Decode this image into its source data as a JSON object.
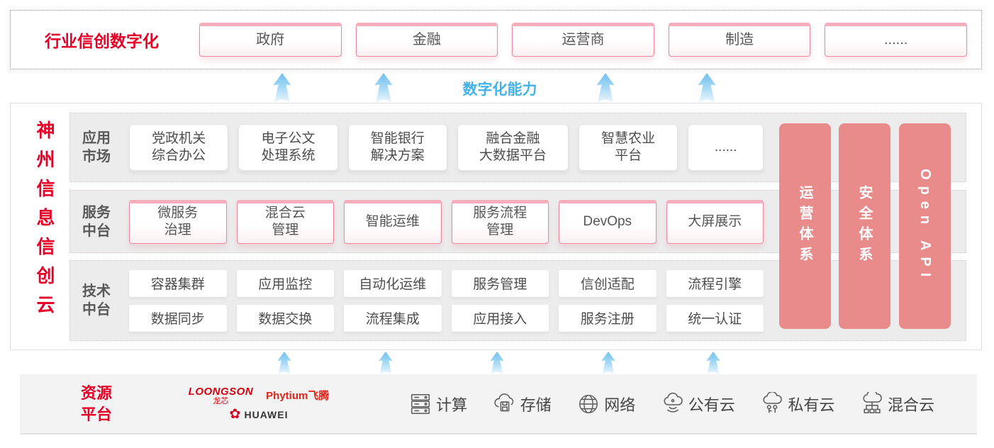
{
  "colors": {
    "accent_red": "#e60027",
    "pink_cap": "#f6aebc",
    "pink_border": "#ef8599",
    "salmon_bar": "#e98b8b",
    "blue_capability": "#42b2e8",
    "panel_gray": "#ececec",
    "label_gray": "#595959"
  },
  "top_banner": {
    "label": "行业信创数字化",
    "items": [
      "政府",
      "金融",
      "运营商",
      "制造",
      "......"
    ]
  },
  "capability_label": "数字化能力",
  "platform": {
    "title": "神州信息信创云",
    "rows": [
      {
        "label": "应用\n市场",
        "items": [
          "党政机关\n综合办公",
          "电子公文\n处理系统",
          "智能银行\n解决方案",
          "融合金融\n大数据平台",
          "智慧农业\n平台",
          "......"
        ]
      },
      {
        "label": "服务\n中台",
        "items": [
          "微服务\n治理",
          "混合云\n管理",
          "智能运维",
          "服务流程\n管理",
          "DevOps",
          "大屏展示"
        ]
      },
      {
        "label": "技术\n中台",
        "top_items": [
          "容器集群",
          "应用监控",
          "自动化运维",
          "服务管理",
          "信创适配",
          "流程引擎"
        ],
        "bottom_items": [
          "数据同步",
          "数据交换",
          "流程集成",
          "应用接入",
          "服务注册",
          "统一认证"
        ]
      }
    ],
    "side_bars": [
      "运营体系",
      "安全体系",
      "Open API"
    ]
  },
  "resources": {
    "label": "资源\n平台",
    "logos": {
      "loongson": {
        "text": "LOONGSON",
        "sub": "龙芯"
      },
      "phytium": {
        "text": "Phytium飞腾"
      },
      "huawei": {
        "text": "HUAWEI"
      }
    },
    "items": [
      {
        "icon": "server-rack-icon",
        "label": "计算"
      },
      {
        "icon": "cloud-storage-icon",
        "label": "存储"
      },
      {
        "icon": "network-globe-icon",
        "label": "网络"
      },
      {
        "icon": "public-cloud-icon",
        "label": "公有云"
      },
      {
        "icon": "private-cloud-icon",
        "label": "私有云"
      },
      {
        "icon": "hybrid-cloud-icon",
        "label": "混合云"
      }
    ]
  }
}
